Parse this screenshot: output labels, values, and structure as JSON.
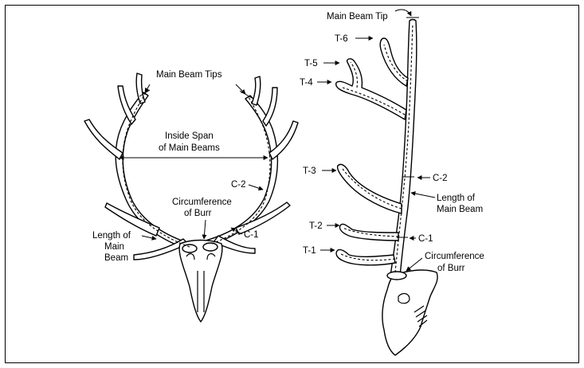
{
  "left": {
    "main_beam_tips": "Main Beam Tips",
    "inside_span_line1": "Inside Span",
    "inside_span_line2": "of Main Beams",
    "c2": "C-2",
    "c1": "C-1",
    "circumference_line1": "Circumference",
    "circumference_line2": "of Burr",
    "length_line1": "Length of",
    "length_line2": "Main",
    "length_line3": "Beam"
  },
  "right": {
    "main_beam_tip": "Main Beam Tip",
    "t6": "T-6",
    "t5": "T-5",
    "t4": "T-4",
    "t3": "T-3",
    "t2": "T-2",
    "t1": "T-1",
    "c2": "C-2",
    "c1": "C-1",
    "length_line1": "Length of",
    "length_line2": "Main Beam",
    "circumference_line1": "Circumference",
    "circumference_line2": "of Burr"
  }
}
